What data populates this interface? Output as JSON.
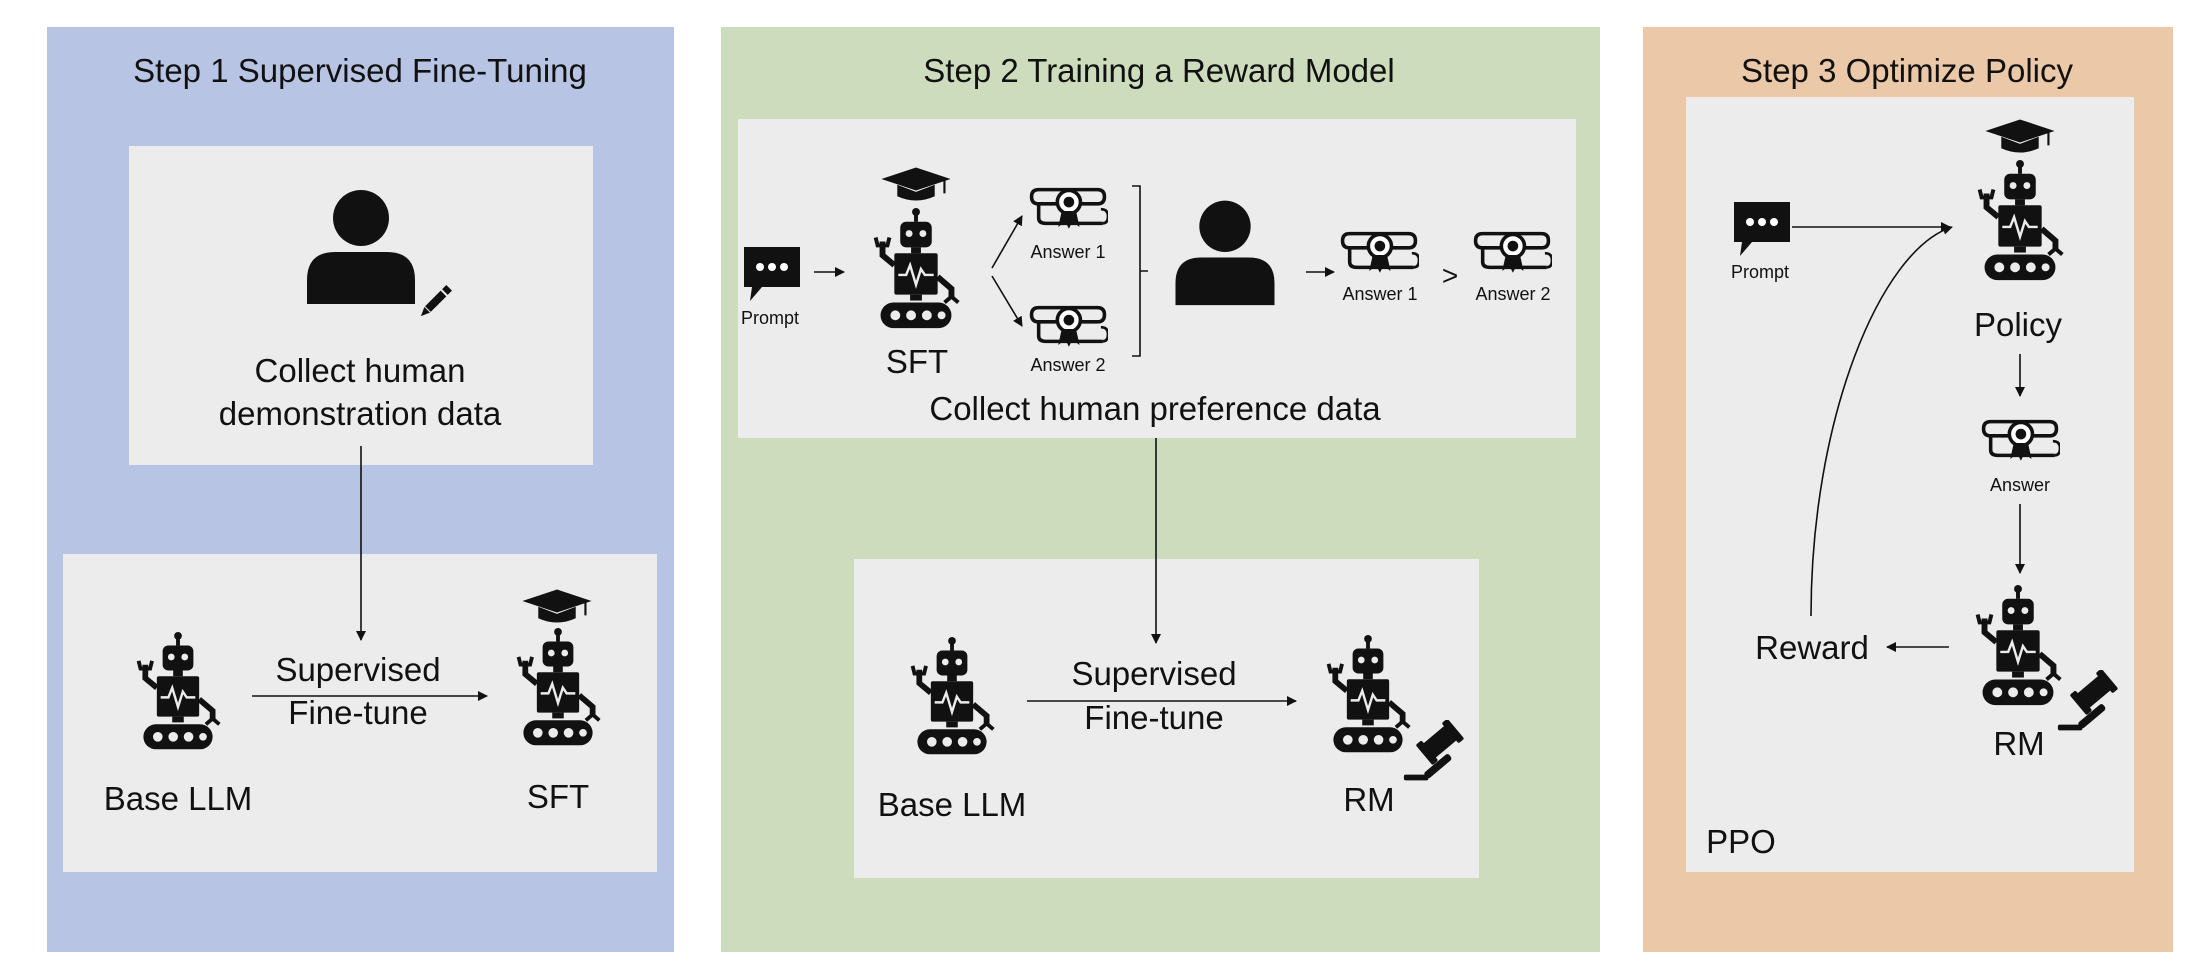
{
  "step1": {
    "title": "Step 1 Supervised Fine-Tuning",
    "collect_line1": "Collect human",
    "collect_line2": "demonstration data",
    "base_llm": "Base LLM",
    "arrow_line1": "Supervised",
    "arrow_line2": "Fine-tune",
    "sft": "SFT"
  },
  "step2": {
    "title": "Step 2 Training a Reward Model",
    "prompt": "Prompt",
    "sft": "SFT",
    "answer1": "Answer 1",
    "answer2": "Answer 2",
    "ranked_answer1": "Answer 1",
    "gt": ">",
    "ranked_answer2": "Answer 2",
    "collect": "Collect human preference data",
    "base_llm": "Base LLM",
    "arrow_line1": "Supervised",
    "arrow_line2": "Fine-tune",
    "rm": "RM"
  },
  "step3": {
    "title": "Step 3 Optimize Policy",
    "prompt": "Prompt",
    "policy": "Policy",
    "answer": "Answer",
    "reward": "Reward",
    "rm": "RM",
    "ppo": "PPO"
  },
  "colors": {
    "step1_panel": "#b8c4e3",
    "step2_panel": "#ccdcbc",
    "step3_panel": "#ebc8a8",
    "inner_box": "#ececec",
    "ink": "#111111"
  }
}
